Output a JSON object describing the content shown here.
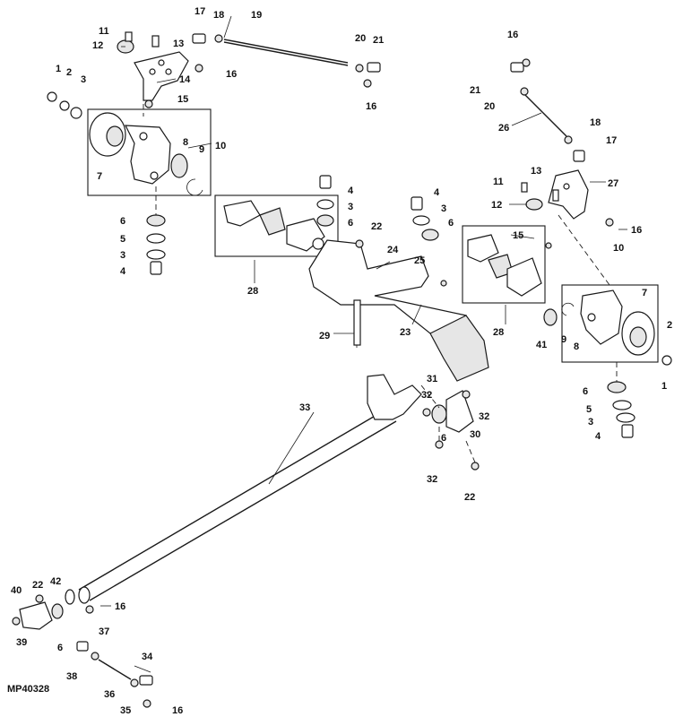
{
  "figure_id": "MP40328",
  "callouts": [
    {
      "id": "c11a",
      "text": "11"
    },
    {
      "id": "c12a",
      "text": "12"
    },
    {
      "id": "c13a",
      "text": "13"
    },
    {
      "id": "c17a",
      "text": "17"
    },
    {
      "id": "c18a",
      "text": "18"
    },
    {
      "id": "c19",
      "text": "19"
    },
    {
      "id": "c20a",
      "text": "20"
    },
    {
      "id": "c21a",
      "text": "21"
    },
    {
      "id": "c16a",
      "text": "16"
    },
    {
      "id": "c16b",
      "text": "16"
    },
    {
      "id": "c14",
      "text": "14"
    },
    {
      "id": "c15a",
      "text": "15"
    },
    {
      "id": "c1a",
      "text": "1"
    },
    {
      "id": "c2a",
      "text": "2"
    },
    {
      "id": "c3a",
      "text": "3"
    },
    {
      "id": "c10a",
      "text": "10"
    },
    {
      "id": "c8a",
      "text": "8"
    },
    {
      "id": "c9a",
      "text": "9"
    },
    {
      "id": "c7a",
      "text": "7"
    },
    {
      "id": "c6a",
      "text": "6"
    },
    {
      "id": "c5a",
      "text": "5"
    },
    {
      "id": "c3b",
      "text": "3"
    },
    {
      "id": "c4a",
      "text": "4"
    },
    {
      "id": "c16c",
      "text": "16"
    },
    {
      "id": "c21b",
      "text": "21"
    },
    {
      "id": "c20b",
      "text": "20"
    },
    {
      "id": "c26",
      "text": "26"
    },
    {
      "id": "c18b",
      "text": "18"
    },
    {
      "id": "c17b",
      "text": "17"
    },
    {
      "id": "c13b",
      "text": "13"
    },
    {
      "id": "c11b",
      "text": "11"
    },
    {
      "id": "c27",
      "text": "27"
    },
    {
      "id": "c12b",
      "text": "12"
    },
    {
      "id": "c16d",
      "text": "16"
    },
    {
      "id": "c4b",
      "text": "4"
    },
    {
      "id": "c3c",
      "text": "3"
    },
    {
      "id": "c6b",
      "text": "6"
    },
    {
      "id": "c22a",
      "text": "22"
    },
    {
      "id": "c28a",
      "text": "28"
    },
    {
      "id": "c4c",
      "text": "4"
    },
    {
      "id": "c3d",
      "text": "3"
    },
    {
      "id": "c6c",
      "text": "6"
    },
    {
      "id": "c15b",
      "text": "15"
    },
    {
      "id": "c24",
      "text": "24"
    },
    {
      "id": "c25",
      "text": "25"
    },
    {
      "id": "c10b",
      "text": "10"
    },
    {
      "id": "c7b",
      "text": "7"
    },
    {
      "id": "c2b",
      "text": "2"
    },
    {
      "id": "c1b",
      "text": "1"
    },
    {
      "id": "c9b",
      "text": "9"
    },
    {
      "id": "c8b",
      "text": "8"
    },
    {
      "id": "c41",
      "text": "41"
    },
    {
      "id": "c28b",
      "text": "28"
    },
    {
      "id": "c23",
      "text": "23"
    },
    {
      "id": "c29",
      "text": "29"
    },
    {
      "id": "c6d",
      "text": "6"
    },
    {
      "id": "c5b",
      "text": "5"
    },
    {
      "id": "c3e",
      "text": "3"
    },
    {
      "id": "c4d",
      "text": "4"
    },
    {
      "id": "c33",
      "text": "33"
    },
    {
      "id": "c31",
      "text": "31"
    },
    {
      "id": "c32a",
      "text": "32"
    },
    {
      "id": "c32b",
      "text": "32"
    },
    {
      "id": "c30",
      "text": "30"
    },
    {
      "id": "c6e",
      "text": "6"
    },
    {
      "id": "c32c",
      "text": "32"
    },
    {
      "id": "c22b",
      "text": "22"
    },
    {
      "id": "c22c",
      "text": "22"
    },
    {
      "id": "c42",
      "text": "42"
    },
    {
      "id": "c40",
      "text": "40"
    },
    {
      "id": "c16e",
      "text": "16"
    },
    {
      "id": "c39",
      "text": "39"
    },
    {
      "id": "c6f",
      "text": "6"
    },
    {
      "id": "c37",
      "text": "37"
    },
    {
      "id": "c38",
      "text": "38"
    },
    {
      "id": "c34",
      "text": "34"
    },
    {
      "id": "c36",
      "text": "36"
    },
    {
      "id": "c35",
      "text": "35"
    },
    {
      "id": "c16f",
      "text": "16"
    }
  ]
}
